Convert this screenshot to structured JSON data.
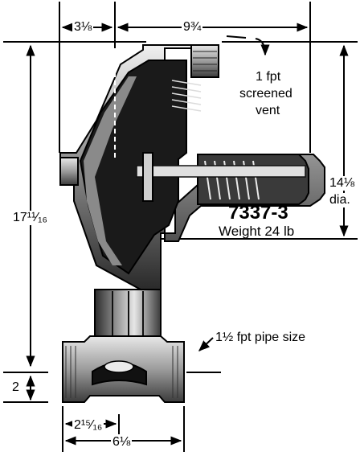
{
  "product": {
    "model": "7337-3",
    "weight": "Weight 24 lb"
  },
  "dimensions": {
    "top_left_width": "3⅛",
    "top_right_width": "9¾",
    "overall_height": "17¹¹⁄₁₆",
    "body_height": "2",
    "diameter_value": "14⅛",
    "diameter_unit": "dia.",
    "center_to_face": "2¹⁵⁄₁₆",
    "face_to_face": "6⅛"
  },
  "callouts": {
    "vent_line1": "1 fpt",
    "vent_line2": "screened",
    "vent_line3": "vent",
    "pipe_size": "1½ fpt pipe size"
  },
  "colors": {
    "line": "#000000",
    "body_dark": "#1a1a1a",
    "body_mid": "#6e6e6e",
    "body_light": "#d9d9d9"
  }
}
